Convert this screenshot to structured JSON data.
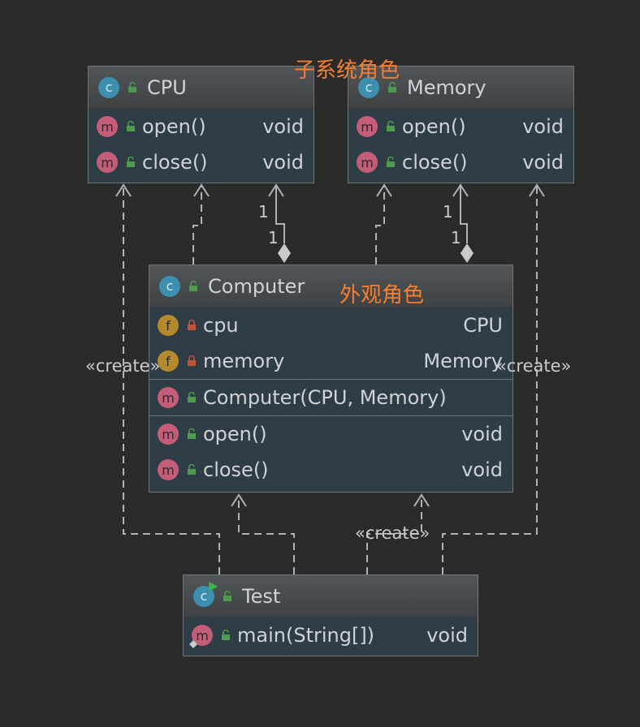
{
  "labels": {
    "subsystem_role": "子系统角色",
    "facade_role": "外观角色",
    "create_left": "«create»",
    "create_right": "«create»",
    "create_bottom": "«create»"
  },
  "cpu": {
    "name": "CPU",
    "methods": [
      {
        "name": "open()",
        "type": "void"
      },
      {
        "name": "close()",
        "type": "void"
      }
    ]
  },
  "memory": {
    "name": "Memory",
    "methods": [
      {
        "name": "open()",
        "type": "void"
      },
      {
        "name": "close()",
        "type": "void"
      }
    ]
  },
  "computer": {
    "name": "Computer",
    "fields": [
      {
        "name": "cpu",
        "type": "CPU"
      },
      {
        "name": "memory",
        "type": "Memory"
      }
    ],
    "constructor": "Computer(CPU, Memory)",
    "methods": [
      {
        "name": "open()",
        "type": "void"
      },
      {
        "name": "close()",
        "type": "void"
      }
    ]
  },
  "test": {
    "name": "Test",
    "methods": [
      {
        "name": "main(String[])",
        "type": "void"
      }
    ]
  },
  "multiplicity": {
    "cpu_top": "1",
    "cpu_bottom": "1",
    "memory_top": "1",
    "memory_bottom": "1"
  },
  "badges": {
    "class": "c",
    "method": "m",
    "field": "f"
  },
  "colors": {
    "background": "#2b2b2b",
    "box_body": "#2e3d46",
    "header": "#4a4d50",
    "annotation": "#f57f2f",
    "method_badge": "#c45e78",
    "class_badge": "#3d8fb0",
    "field_badge": "#b58a2e",
    "public_lock": "#4e9a4e",
    "private_lock": "#c0533a",
    "line": "#b0b3b6"
  },
  "icons": {
    "public": "unlocked-icon",
    "private": "locked-icon",
    "class": "class-icon",
    "method": "method-icon",
    "field": "field-icon",
    "runnable": "run-icon"
  }
}
